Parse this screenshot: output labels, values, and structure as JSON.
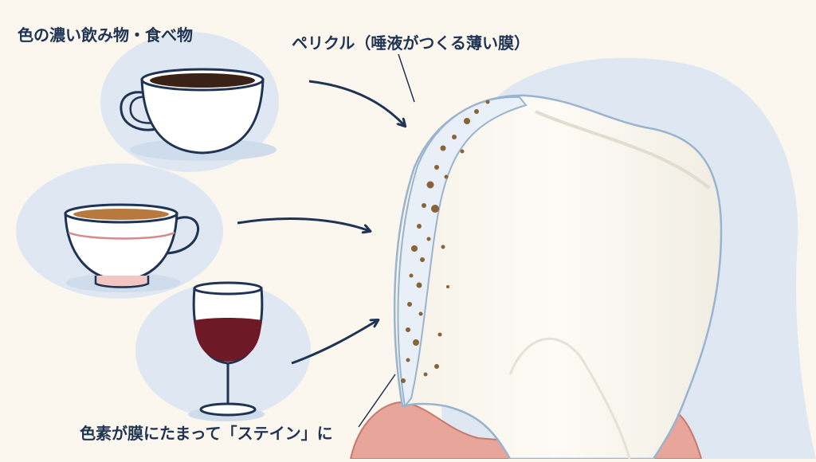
{
  "labels": {
    "drinks_foods": "色の濃い飲み物・食べ物",
    "pellicle": "ペリクル（唾液がつくる薄い膜）",
    "stain": "色素が膜にたまって「ステイン」に"
  },
  "items": [
    {
      "name": "coffee",
      "icon": "coffee-cup-icon"
    },
    {
      "name": "tea",
      "icon": "tea-cup-icon"
    },
    {
      "name": "red wine",
      "icon": "wine-glass-icon"
    }
  ],
  "colors": {
    "background": "#fbf6ee",
    "blob": "#dfe8f2",
    "text": "#1f3353",
    "arrow": "#1f3353",
    "tooth": "#fbf8f1",
    "gum": "#e8a59a",
    "stain_dots": "#8a6238",
    "coffee": "#3b2216",
    "tea": "#b8793f",
    "wine": "#6e1a26"
  }
}
